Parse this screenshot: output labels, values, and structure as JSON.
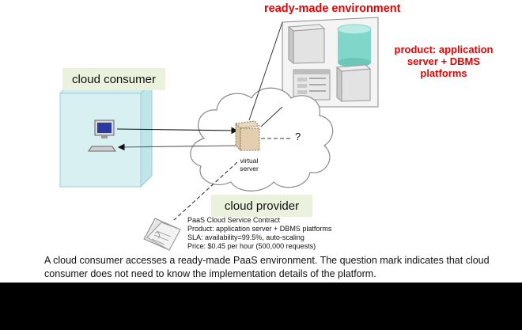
{
  "title": "ready-made environment",
  "product_label_lines": [
    "product: application",
    "server + DBMS",
    "platforms"
  ],
  "consumer_label": "cloud consumer",
  "provider_label": "cloud provider",
  "virtual_server_lines": [
    "virtual",
    "server"
  ],
  "question_mark": "?",
  "contract_lines": [
    "PaaS Cloud Service Contract",
    "Product: application server + DBMS platforms",
    "SLA: availability=99.5%, auto-scaling",
    "Price: $0.45 per hour (500,000 requests)"
  ],
  "caption": "A cloud consumer accesses a ready-made PaaS environment. The question mark  indicates that cloud consumer does not need to know the implementation details of the platform.",
  "colors": {
    "title_red": "#e60000",
    "label_bg": "#eaf1dc",
    "consumer_box": "#d8f0f2",
    "db_cylinder": "#7fd6c9",
    "caption_bar": "#000000"
  },
  "icons": [
    "monitor-icon",
    "keyboard-icon",
    "server-icon",
    "database-icon",
    "document-icon",
    "cloud-icon",
    "contract-icon"
  ]
}
